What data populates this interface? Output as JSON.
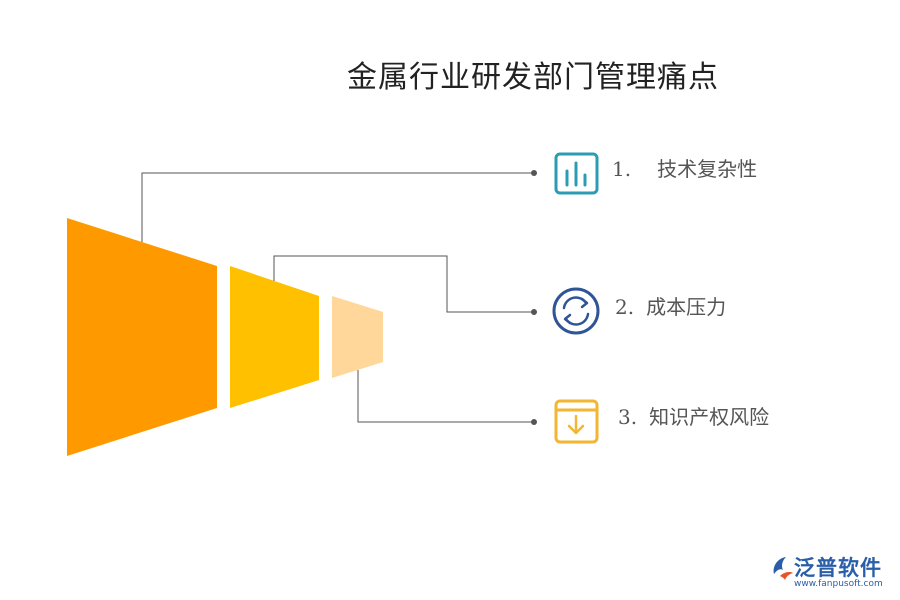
{
  "title": "金属行业研发部门管理痛点",
  "colors": {
    "segment_large": "#FF9900",
    "segment_medium": "#FFC000",
    "segment_small": "#FFD79A",
    "connector": "#555555",
    "icon_teal": "#2E9BB5",
    "icon_navy": "#2F5597",
    "icon_gold": "#F2B632",
    "logo": "#2A5EA8"
  },
  "items": [
    {
      "number": "1.",
      "label": "技术复杂性",
      "icon": "bar-chart-icon"
    },
    {
      "number": "2.",
      "label": "成本压力",
      "icon": "refresh-icon"
    },
    {
      "number": "3.",
      "label": "知识产权风险",
      "icon": "download-box-icon"
    }
  ],
  "logo": {
    "text": "泛普软件",
    "url": "www.fanpusoft.com",
    "icon": "fanpu-logo-icon"
  }
}
